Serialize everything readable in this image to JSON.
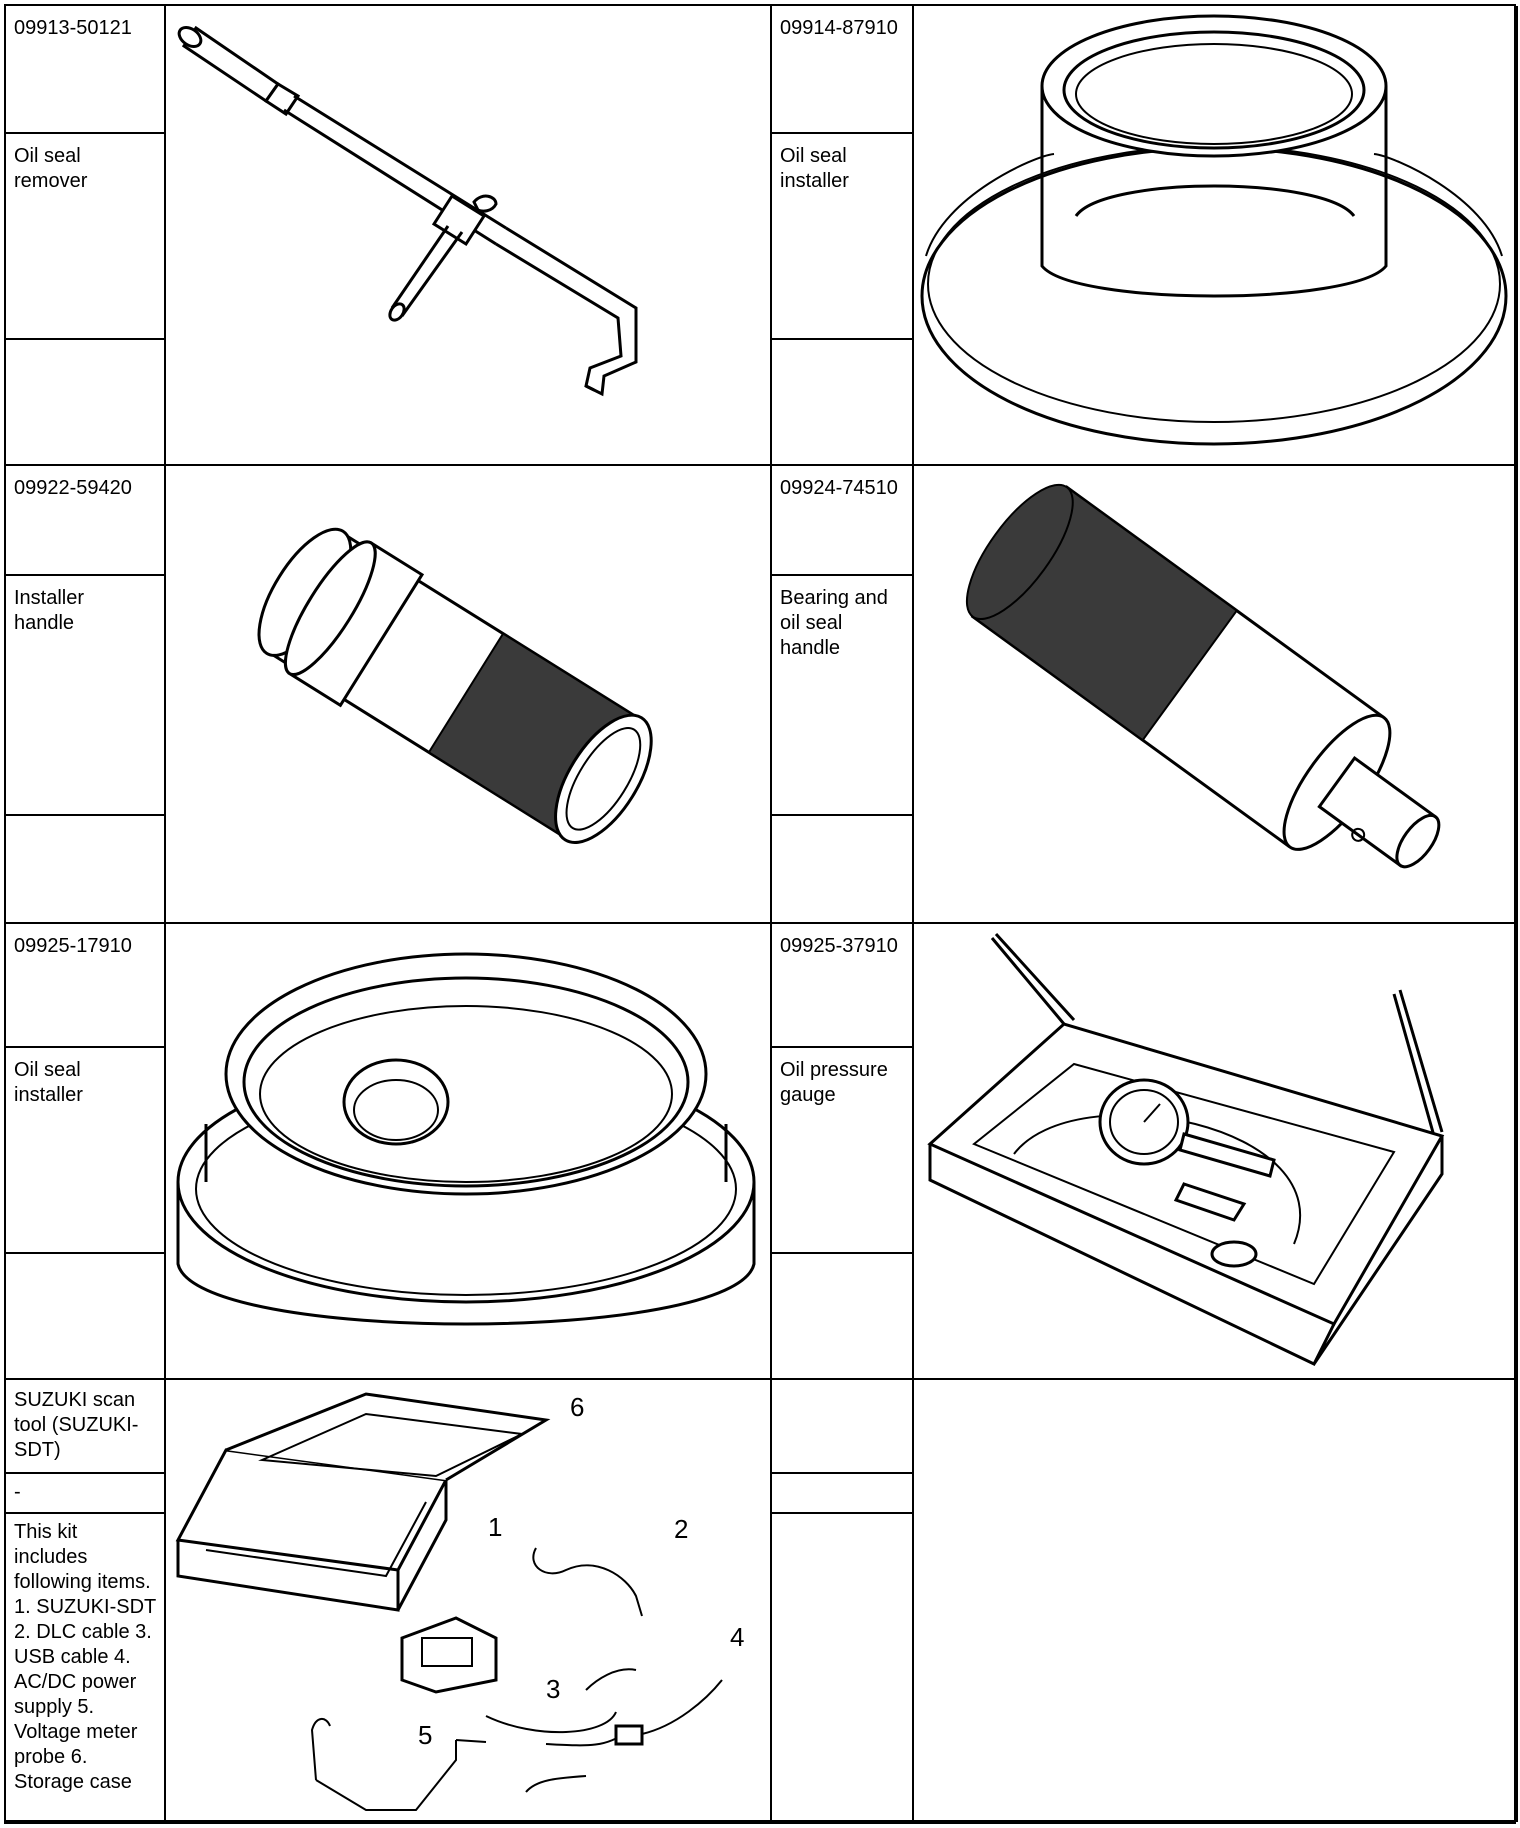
{
  "tools": [
    {
      "part_number": "09913-50121",
      "name": "Oil seal remover",
      "picture": "oil-seal-remover-picture"
    },
    {
      "part_number": "09914-87910",
      "name": "Oil seal installer",
      "picture": "oil-seal-installer-picture"
    },
    {
      "part_number": "09922-59420",
      "name": "Installer handle",
      "picture": "installer-handle-picture"
    },
    {
      "part_number": "09924-74510",
      "name": "Bearing and oil seal handle",
      "picture": "bearing-oil-seal-handle-picture"
    },
    {
      "part_number": "09925-17910",
      "name": "Oil seal installer",
      "picture": "oil-seal-installer-picture"
    },
    {
      "part_number": "09925-37910",
      "name": "Oil pressure gauge",
      "picture": "oil-pressure-gauge-picture"
    },
    {
      "part_number": "SUZUKI scan tool (SUZUKI-SDT)",
      "name": "-",
      "note": "This kit includes following items. 1. SUZUKI-SDT 2. DLC cable 3. USB cable 4. AC/DC power supply 5. Voltage meter probe 6. Storage case",
      "picture": "suzuki-scan-tool-kit-picture",
      "callouts": [
        "1",
        "2",
        "3",
        "4",
        "5",
        "6"
      ]
    }
  ]
}
